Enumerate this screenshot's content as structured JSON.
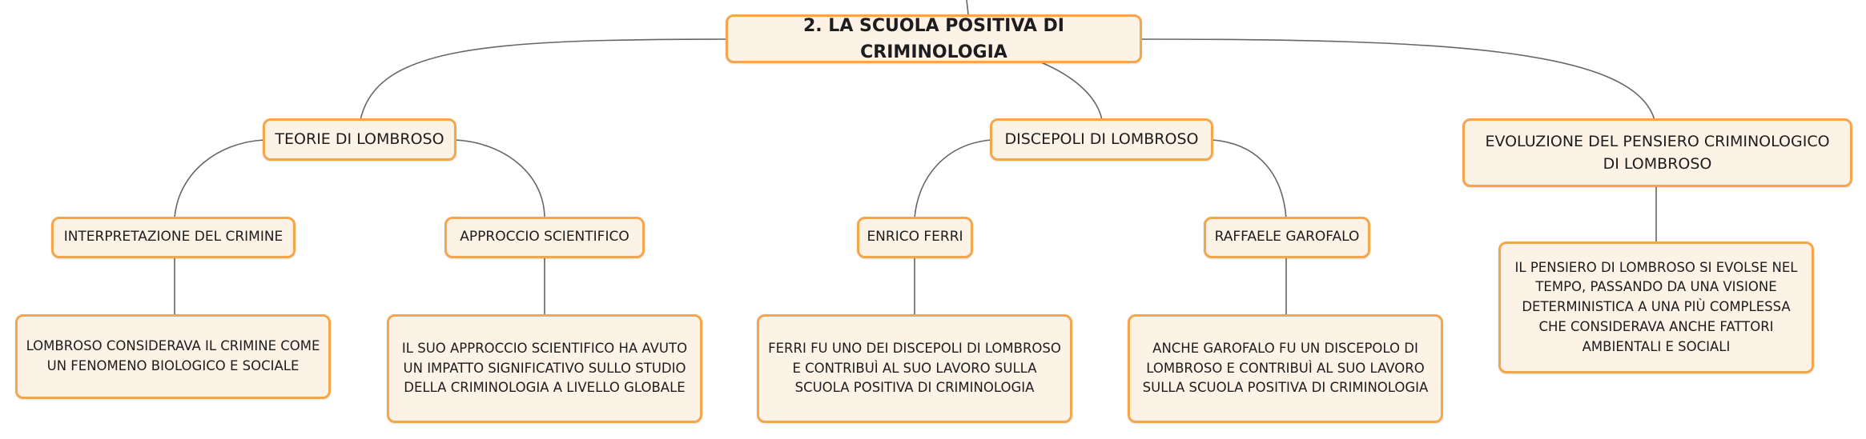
{
  "mindmap": {
    "root": {
      "label": "2. LA SCUOLA POSITIVA DI CRIMINOLOGIA"
    },
    "teorie": {
      "label": "TEORIE DI LOMBROSO",
      "interpretazione": {
        "label": "INTERPRETAZIONE DEL CRIMINE",
        "detail": "LOMBROSO CONSIDERAVA IL CRIMINE COME UN FENOMENO BIOLOGICO E SOCIALE"
      },
      "approccio": {
        "label": "APPROCCIO SCIENTIFICO",
        "detail": "IL SUO APPROCCIO SCIENTIFICO HA AVUTO UN IMPATTO SIGNIFICATIVO SULLO STUDIO DELLA CRIMINOLOGIA A LIVELLO GLOBALE"
      }
    },
    "discepoli": {
      "label": "DISCEPOLI DI LOMBROSO",
      "ferri": {
        "label": "ENRICO FERRI",
        "detail": "FERRI FU UNO DEI DISCEPOLI DI LOMBROSO E CONTRIBUÌ AL SUO LAVORO SULLA SCUOLA POSITIVA DI CRIMINOLOGIA"
      },
      "garofalo": {
        "label": "RAFFAELE GAROFALO",
        "detail": "ANCHE GAROFALO FU UN DISCEPOLO DI LOMBROSO E CONTRIBUÌ AL SUO LAVORO SULLA SCUOLA POSITIVA DI CRIMINOLOGIA"
      }
    },
    "evoluzione": {
      "label": "EVOLUZIONE DEL PENSIERO CRIMINOLOGICO DI LOMBROSO",
      "detail": "IL PENSIERO DI LOMBROSO SI EVOLSE NEL TEMPO, PASSANDO DA UNA VISIONE DETERMINISTICA A UNA PIÙ COMPLESSA CHE CONSIDERAVA ANCHE FATTORI AMBIENTALI E SOCIALI"
    }
  },
  "colors": {
    "node_fill": "#fdf2e6",
    "node_border": "#f5a54a",
    "connector": "#555555"
  }
}
